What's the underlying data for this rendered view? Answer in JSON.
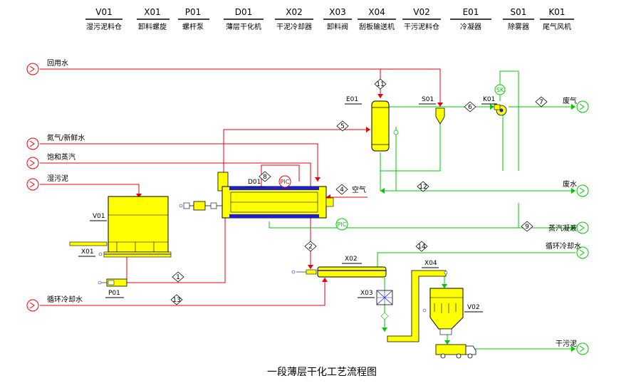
{
  "legend": [
    {
      "tag": "V01",
      "name": "湿污泥料仓"
    },
    {
      "tag": "X01",
      "name": "卸料螺旋"
    },
    {
      "tag": "P01",
      "name": "螺杆泵"
    },
    {
      "tag": "D01",
      "name": "薄层干化机"
    },
    {
      "tag": "X02",
      "name": "干泥冷却器"
    },
    {
      "tag": "X03",
      "name": "卸料阀"
    },
    {
      "tag": "X04",
      "name": "刮板输送机"
    },
    {
      "tag": "V02",
      "name": "干污泥料仓"
    },
    {
      "tag": "E01",
      "name": "冷凝器"
    },
    {
      "tag": "S01",
      "name": "除雾器"
    },
    {
      "tag": "K01",
      "name": "尾气风机"
    }
  ],
  "streams": {
    "return_water": "回用水",
    "nitrogen_water": "氮气/新鲜水",
    "steam": "饱和蒸汽",
    "wet_sludge": "湿污泥",
    "cooling_water_in": "循环冷却水",
    "exhaust": "废气",
    "wastewater": "废水",
    "condensate": "蒸汽凝液",
    "cooling_water_out": "循环冷却水",
    "air": "空气",
    "dry_sludge": "干污泥"
  },
  "equipment_tags": {
    "e01": "E01",
    "s01": "S01",
    "k01": "K01",
    "d01": "D01",
    "v01": "V01",
    "x01": "X01",
    "p01": "P01",
    "x02": "X02",
    "x03": "X03",
    "x04": "X04",
    "v02": "V02"
  },
  "line_numbers": {
    "n1": "1",
    "n2": "2",
    "n4": "4",
    "n5": "5",
    "n6": "6",
    "n7": "7",
    "n8": "8",
    "n9": "9",
    "n11": "11",
    "n12": "12",
    "n13": "13",
    "n14": "14"
  },
  "instruments": {
    "pic": "PIC",
    "sk": "SK"
  },
  "title": "一段薄层干化工艺流程图",
  "colors": {
    "process_red": "#e8000b",
    "water_green": "#00c800",
    "equipment_yellow": "#ffff00",
    "heating_blue": "#1e1ecc",
    "outline": "#000000"
  }
}
